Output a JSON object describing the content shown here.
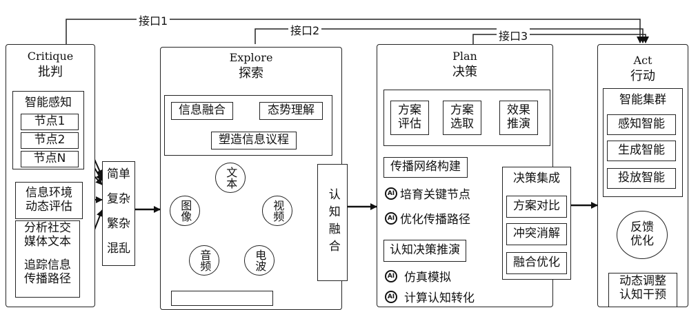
{
  "interfaces": [
    "接口1",
    "接口2",
    "接口3"
  ],
  "critique": {
    "title_en": "Critique",
    "title_zh": "批判",
    "group_title": "智能感知",
    "nodes": [
      "节点1",
      "节点2",
      "节点N"
    ],
    "env_eval": "信息环境\n动态评估",
    "analyze": "分析社交\n媒体文本",
    "track": "追踪信息\n传播路径"
  },
  "classify": [
    "简单",
    "复杂",
    "繁杂",
    "混乱"
  ],
  "explore": {
    "title_en": "Explore",
    "title_zh": "探索",
    "info_fusion": "信息融合",
    "situation": "态势理解",
    "agenda": "塑造信息议程",
    "modalities": [
      "文本",
      "视频",
      "电波",
      "音频",
      "图像"
    ]
  },
  "cognitive_fusion": "认知融合",
  "plan": {
    "title_en": "Plan",
    "title_zh": "决策",
    "options": [
      "方案\n评估",
      "方案\n选取",
      "效果\n推演"
    ],
    "network": "传播网络构建",
    "network_items": [
      "培育关键节点",
      "优化传播路径"
    ],
    "simulate": "认知决策推演",
    "simulate_items": [
      "仿真模拟",
      "计算认知转化"
    ]
  },
  "decision": {
    "title": "决策集成",
    "items": [
      "方案对比",
      "冲突消解",
      "融合优化"
    ]
  },
  "act": {
    "title_en": "Act",
    "title_zh": "行动",
    "group_title": "智能集群",
    "items": [
      "感知智能",
      "生成智能",
      "投放智能"
    ],
    "feedback": "反馈\n优化",
    "adjust": "动态调整\n认知干预"
  },
  "icons": {
    "ai": "ai-head-icon"
  },
  "colors": {
    "line": "#222222",
    "background": "#ffffff"
  }
}
